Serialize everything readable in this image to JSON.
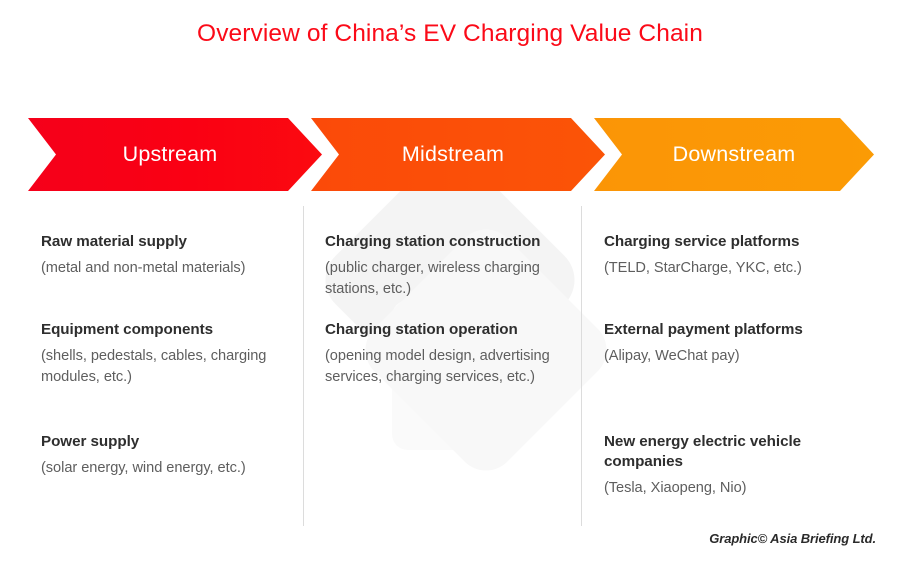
{
  "title": "Overview of China’s EV Charging Value Chain",
  "theme": {
    "title_color": "#fb0a18",
    "upstream_color": "#fa0013",
    "midstream_color": "#fa4b0a",
    "downstream_color": "#fb9506",
    "heading_color": "#2e2e2e",
    "subtext_color": "#5e5e5e",
    "divider_color": "#dcdcdc",
    "background_color": "#ffffff"
  },
  "stages": [
    {
      "label": "Upstream",
      "color": "#fa0013"
    },
    {
      "label": "Midstream",
      "color": "#fa4b0a"
    },
    {
      "label": "Downstream",
      "color": "#fb9506"
    }
  ],
  "columns": [
    {
      "stage": "Upstream",
      "blocks": [
        {
          "heading": "Raw material supply",
          "sub": "(metal and non-metal materials)"
        },
        {
          "heading": "Equipment components",
          "sub": "(shells, pedestals, cables, charging modules, etc.)"
        },
        {
          "heading": "Power supply",
          "sub": "(solar energy, wind energy, etc.)"
        }
      ]
    },
    {
      "stage": "Midstream",
      "blocks": [
        {
          "heading": "Charging station construction",
          "sub": "(public charger, wireless charging stations, etc.)"
        },
        {
          "heading": "Charging station operation",
          "sub": "(opening model design, advertising services, charging services, etc.)"
        }
      ]
    },
    {
      "stage": "Downstream",
      "blocks": [
        {
          "heading": "Charging service platforms",
          "sub": "(TELD, StarCharge, YKC, etc.)"
        },
        {
          "heading": "External payment platforms",
          "sub": "(Alipay, WeChat pay)"
        },
        {
          "heading": "New energy electric vehicle companies",
          "sub": "(Tesla, Xiaopeng, Nio)"
        }
      ]
    }
  ],
  "credit": "Graphic© Asia Briefing Ltd."
}
